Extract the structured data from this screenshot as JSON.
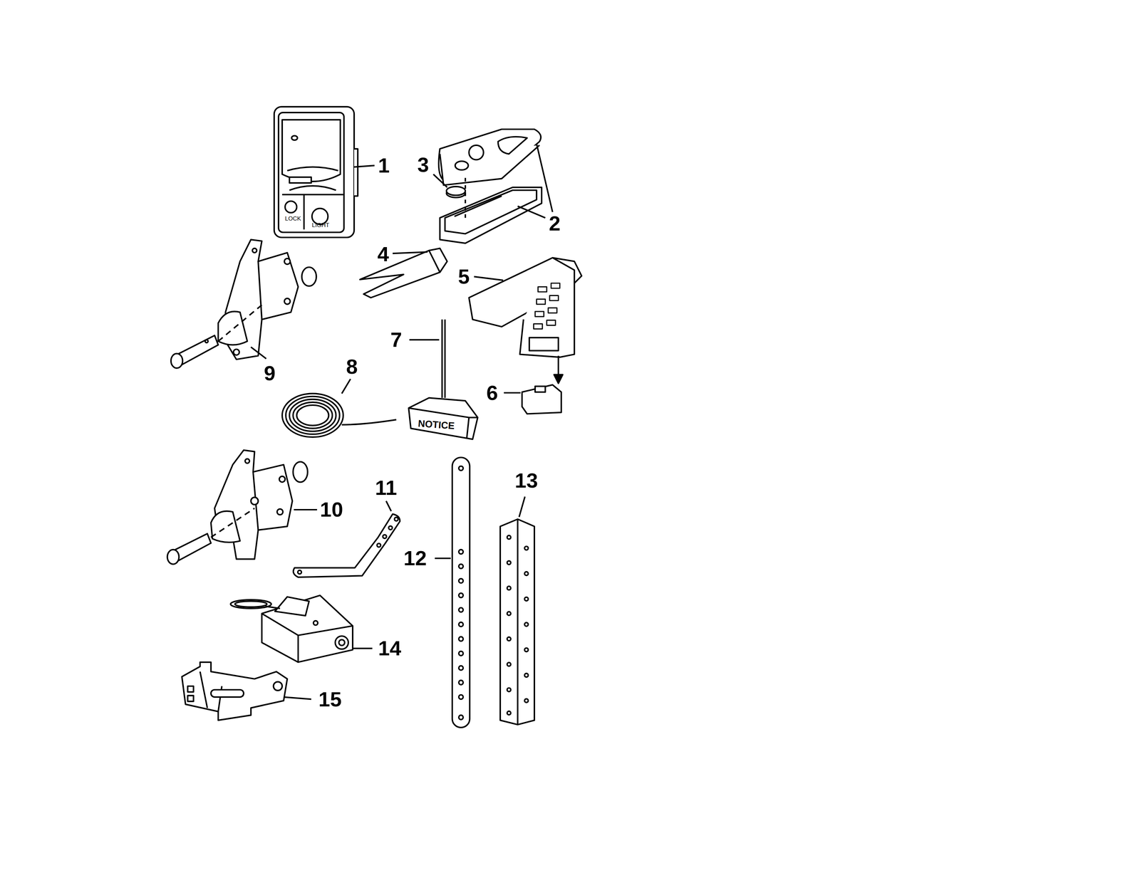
{
  "diagram": {
    "labels": [
      "1",
      "2",
      "3",
      "4",
      "5",
      "6",
      "7",
      "8",
      "9",
      "10",
      "11",
      "12",
      "13",
      "14",
      "15",
      "NOTICE",
      "LOCK",
      "LIGHT"
    ]
  }
}
